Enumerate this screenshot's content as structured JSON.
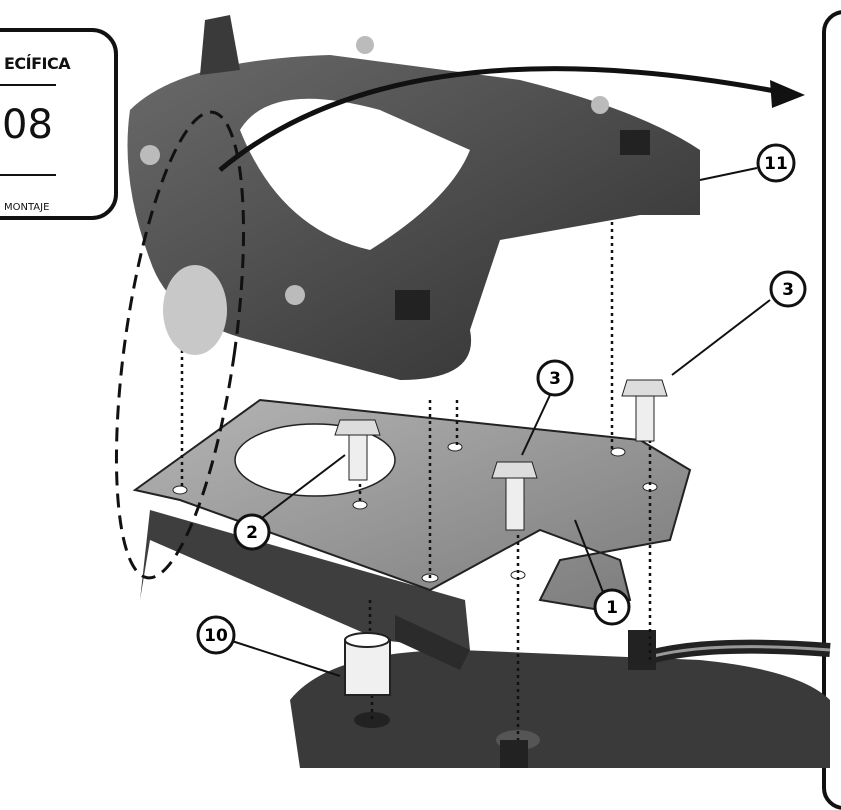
{
  "info_box": {
    "title": "ECÍFICA",
    "code": "08",
    "footer": "MONTAJE"
  },
  "callouts": {
    "rack": "11",
    "bolt_right": "3",
    "bolt_center": "3",
    "bolt_left": "2",
    "plate": "1",
    "spacer": "10"
  },
  "colors": {
    "rack": "#4a4a4a",
    "plate": "#8c8c8c",
    "line": "#111111"
  }
}
